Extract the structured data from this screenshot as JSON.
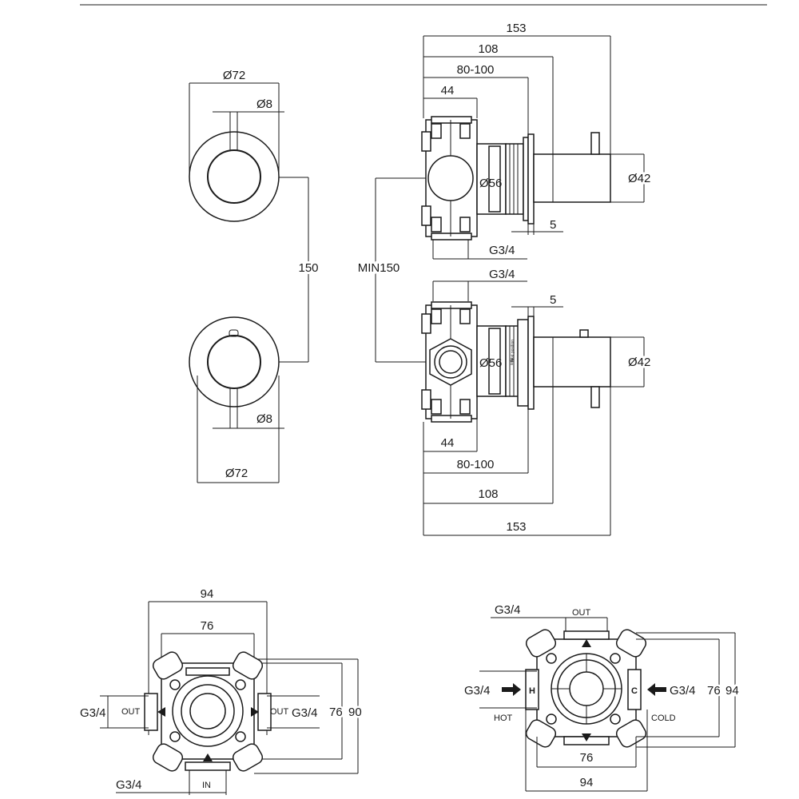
{
  "front_view": {
    "top_knob": {
      "outer_diameter": "Ø72",
      "lever_diameter": "Ø8"
    },
    "bottom_knob": {
      "outer_diameter": "Ø72",
      "lever_diameter": "Ø8"
    },
    "spacing": "150"
  },
  "side_view": {
    "min_spacing": "MIN150",
    "upper": {
      "dim_153": "153",
      "dim_108": "108",
      "dim_80_100": "80-100",
      "dim_44": "44",
      "body_diameter": "Ø56",
      "handle_diameter": "Ø42",
      "gap": "5",
      "thread": "G3/4"
    },
    "lower": {
      "dim_153": "153",
      "dim_108": "108",
      "dim_80_100": "80-100",
      "dim_44": "44",
      "body_diameter": "Ø56",
      "handle_diameter": "Ø42",
      "gap": "5",
      "thread": "G3/4",
      "plate_text_1": "side",
      "plate_text_2": "best position"
    }
  },
  "bottom_left": {
    "width_outer": "94",
    "width_inner": "76",
    "height_inner": "76",
    "height_outer": "90",
    "thread_left": "G3/4",
    "thread_right": "G3/4",
    "thread_bottom": "G3/4",
    "label_left": "OUT",
    "label_right": "OUT",
    "label_bottom": "IN"
  },
  "bottom_right": {
    "thread_top": "G3/4",
    "thread_left": "G3/4",
    "thread_right": "G3/4",
    "label_top": "OUT",
    "label_hot": "HOT",
    "label_cold": "COLD",
    "letter_h": "H",
    "letter_c": "C",
    "width_inner": "76",
    "width_outer": "94",
    "height_inner": "76",
    "height_outer": "94"
  }
}
